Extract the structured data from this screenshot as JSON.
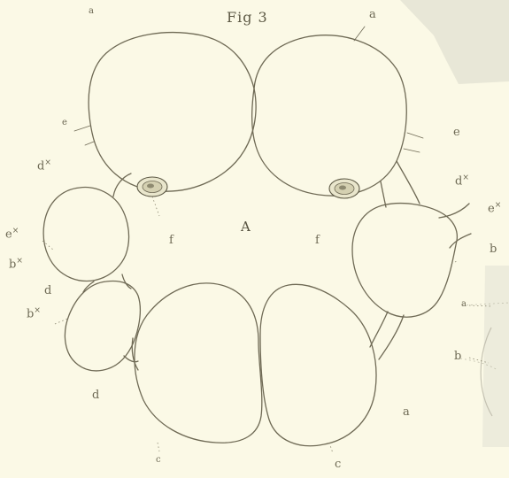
{
  "figure": {
    "title": "Fig 3",
    "labels": {
      "a_top_left": "a",
      "a_top_right": "a",
      "e_left": "e",
      "e_right": "e",
      "dx_left": "d",
      "dx_right": "d",
      "ex_left": "e",
      "ex_right": "e",
      "bx_left_upper": "b",
      "bx_left_lower": "b",
      "d_left_mid": "d",
      "d_left_bottom": "d",
      "center_A": "A",
      "f_left": "f",
      "f_right": "f",
      "b_right": "b",
      "a_right_mid": "a",
      "a_right_bottom": "a",
      "b_right_edge": "b",
      "c_bottom_left": "c",
      "c_bottom_right": "c",
      "x_mark": "×"
    }
  }
}
